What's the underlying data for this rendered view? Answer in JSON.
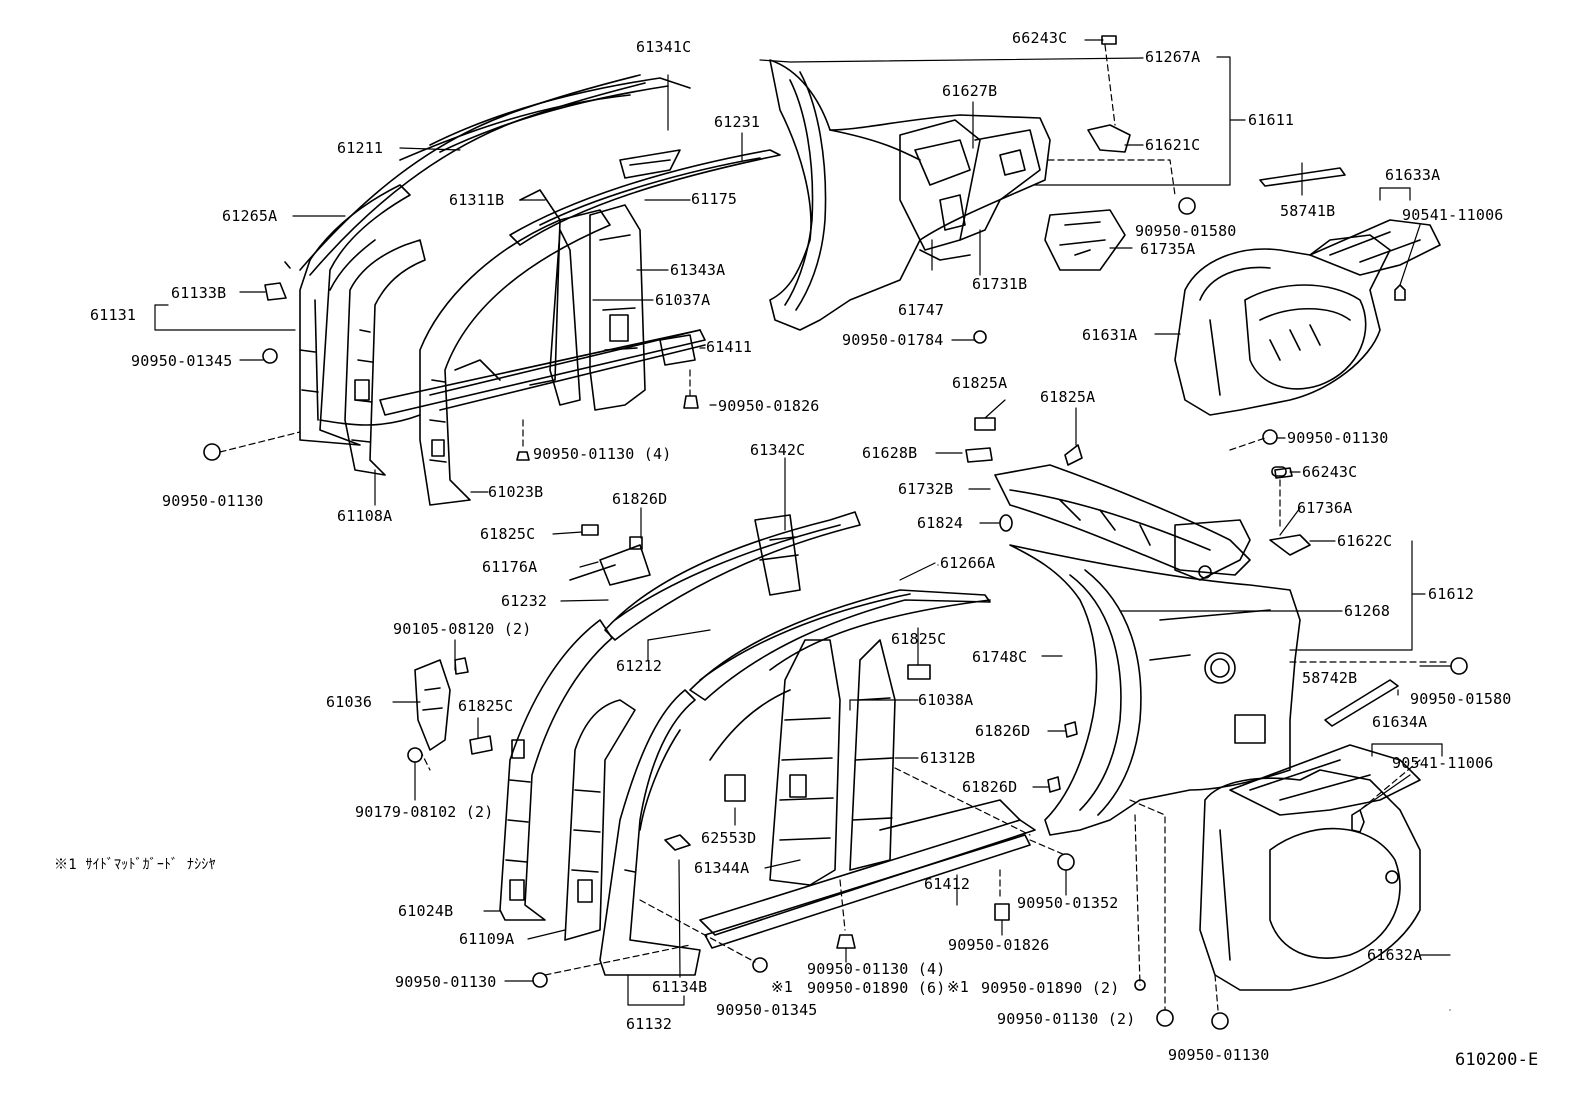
{
  "diagram": {
    "code": "610200-E",
    "note": "※1  ｻｲﾄﾞﾏｯﾄﾞｶﾞｰﾄﾞ ﾅｼｼﾔ",
    "labels": [
      "61341C",
      "66243C",
      "61267A",
      "61211",
      "61231",
      "61627B",
      "61611",
      "61265A",
      "61311B",
      "61175",
      "61621C",
      "58741B",
      "61633A",
      "90950-01580",
      "90541-11006",
      "61343A",
      "61735A",
      "61131",
      "61133B",
      "61037A",
      "61731B",
      "61747",
      "61631A",
      "90950-01345",
      "61411",
      "90950-01784",
      "90950-01826",
      "61825A",
      "61825A",
      "90950-01130",
      "90950-01130 (4)",
      "61342C",
      "61628B",
      "66243C",
      "90950-01130",
      "61023B",
      "61732B",
      "61108A",
      "61826D",
      "61736A",
      "61825C",
      "61824",
      "61622C",
      "61176A",
      "61266A",
      "61232",
      "61612",
      "90105-08120 (2)",
      "61268",
      "61212",
      "61825C",
      "61748C",
      "58742B",
      "90950-01580",
      "61036",
      "61825C",
      "61038A",
      "61634A",
      "61826D",
      "61312B",
      "90541-11006",
      "90179-08102 (2)",
      "61826D",
      "62553D",
      "61344A",
      "61024B",
      "61412",
      "90950-01352",
      "61109A",
      "90950-01826",
      "90950-01130 (4)",
      "90950-01130",
      "61134B",
      "90950-01890 (6)",
      "90950-01890 (2)",
      "61632A",
      "61132",
      "90950-01345",
      "90950-01130 (2)",
      "90950-01130",
      "※1",
      "※1"
    ]
  }
}
